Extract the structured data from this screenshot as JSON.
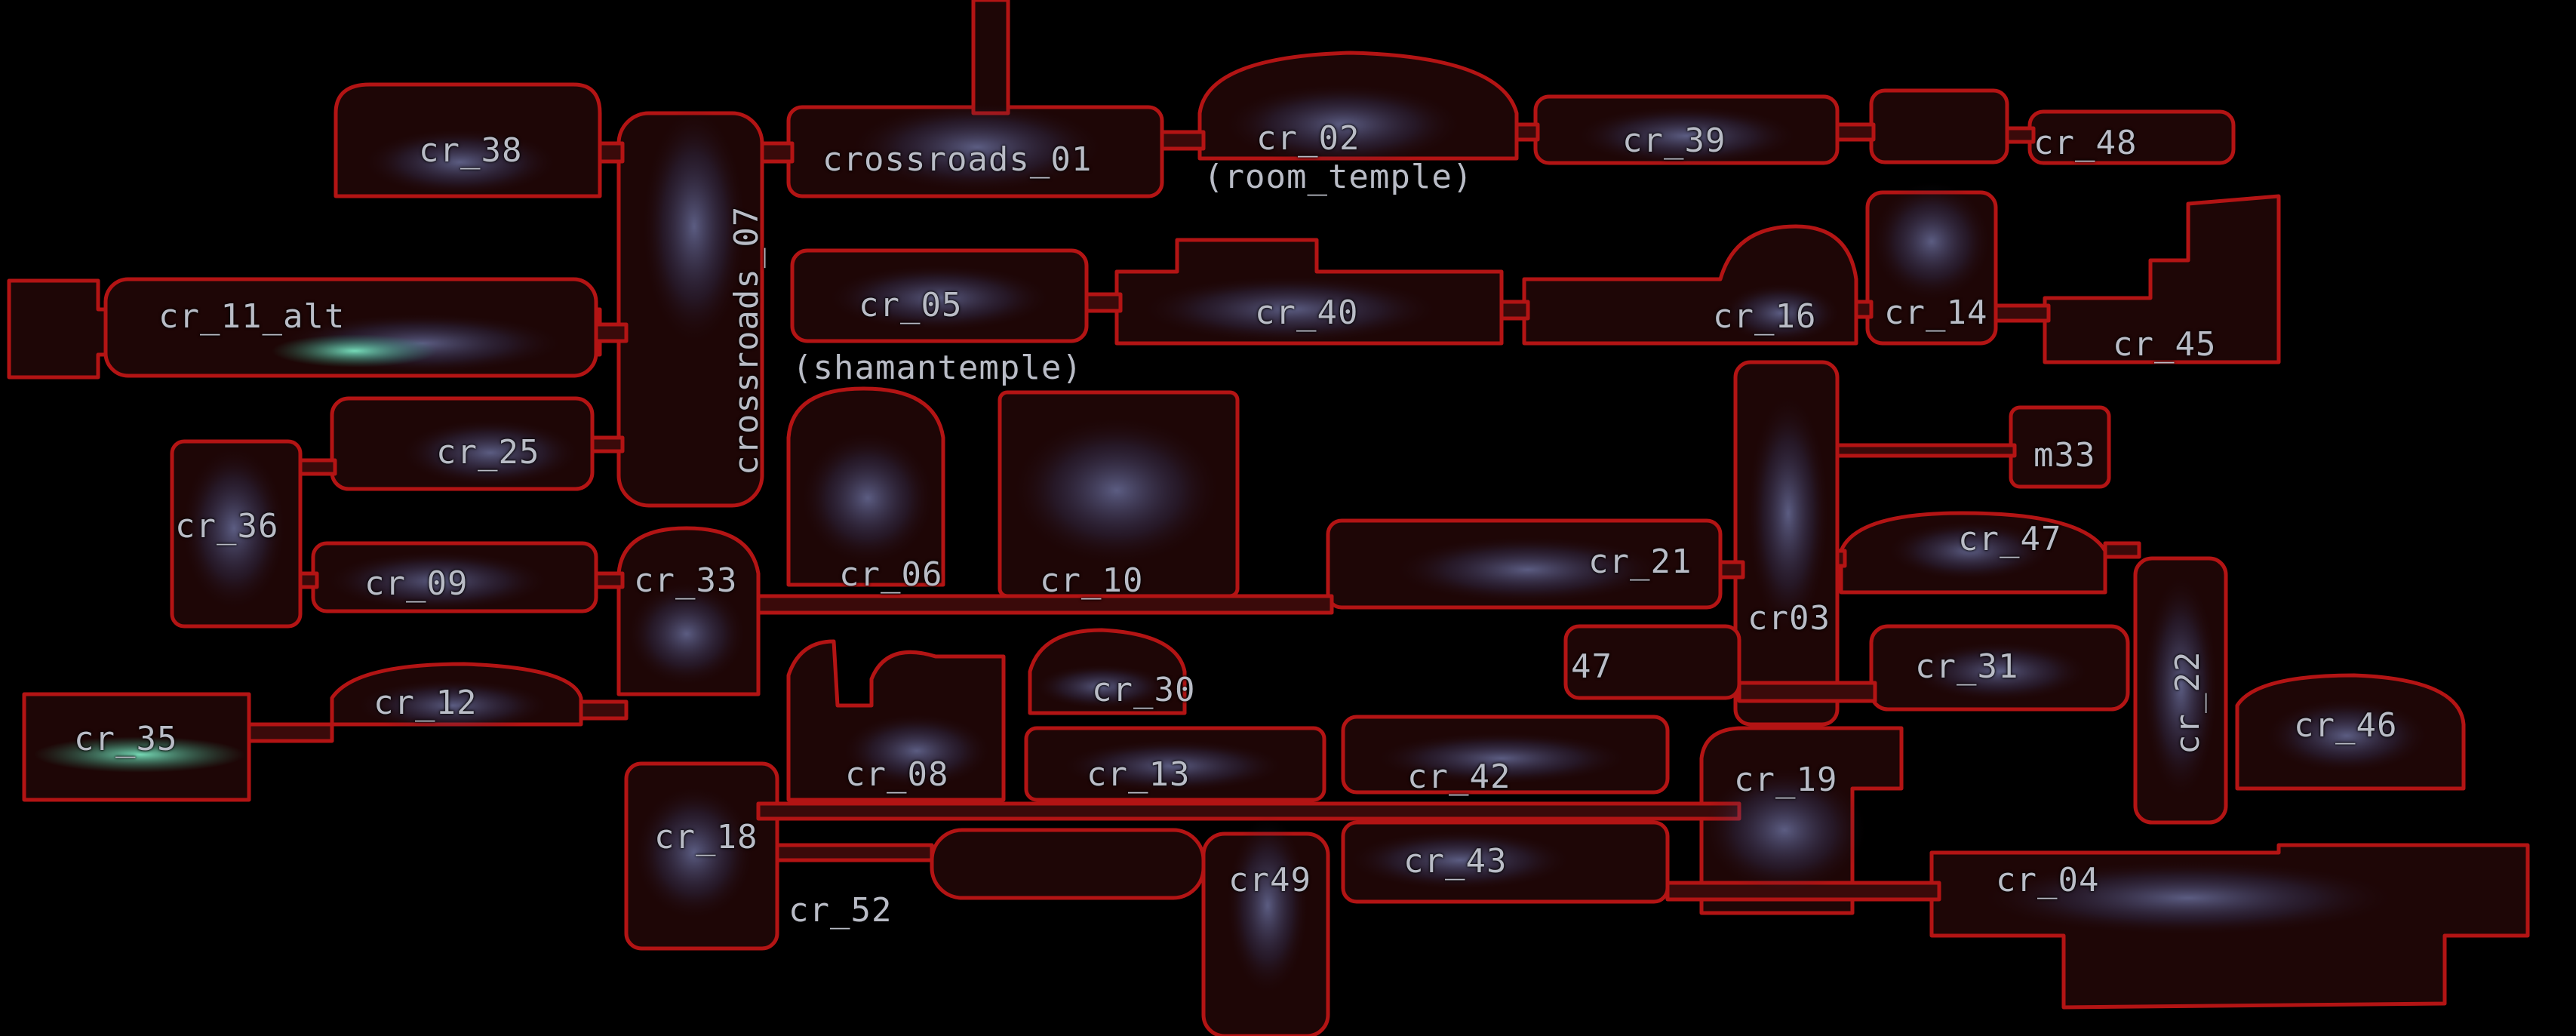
{
  "map": {
    "region": "crossroads",
    "colors": {
      "background": "#000000",
      "room_fill": "#1e0606",
      "room_outline": "#b31414",
      "connector": "#a01010",
      "art_glow": "#6f86c7",
      "acid_glow": "#5fe0b4",
      "label_text": "#b9bcc6"
    },
    "rooms": [
      {
        "id": "cr_38",
        "label": "cr_38"
      },
      {
        "id": "crossroads_07",
        "label": "crossroads_07"
      },
      {
        "id": "crossroads_01",
        "label": "crossroads_01"
      },
      {
        "id": "cr_02",
        "label": "cr_02"
      },
      {
        "id": "room_temple",
        "label": "(room_temple)"
      },
      {
        "id": "cr_39",
        "label": "cr_39"
      },
      {
        "id": "cr_48",
        "label": "cr_48"
      },
      {
        "id": "cr_11_alt",
        "label": "cr_11_alt"
      },
      {
        "id": "cr_05",
        "label": "cr_05"
      },
      {
        "id": "cr_40",
        "label": "cr_40"
      },
      {
        "id": "cr_16",
        "label": "cr_16"
      },
      {
        "id": "cr_14",
        "label": "cr_14"
      },
      {
        "id": "cr_45",
        "label": "cr_45"
      },
      {
        "id": "shamantemple",
        "label": "(shamantemple)"
      },
      {
        "id": "cr_25",
        "label": "cr_25"
      },
      {
        "id": "m33",
        "label": "m33"
      },
      {
        "id": "cr_36",
        "label": "cr_36"
      },
      {
        "id": "cr_47",
        "label": "cr_47"
      },
      {
        "id": "cr_09",
        "label": "cr_09"
      },
      {
        "id": "cr_33",
        "label": "cr_33"
      },
      {
        "id": "cr_06",
        "label": "cr_06"
      },
      {
        "id": "cr_10",
        "label": "cr_10"
      },
      {
        "id": "cr_21",
        "label": "cr_21"
      },
      {
        "id": "cr03",
        "label": "cr03"
      },
      {
        "id": "47",
        "label": "47"
      },
      {
        "id": "cr_31",
        "label": "cr_31"
      },
      {
        "id": "cr_22",
        "label": "cr_22"
      },
      {
        "id": "cr_12",
        "label": "cr_12"
      },
      {
        "id": "cr_30",
        "label": "cr_30"
      },
      {
        "id": "cr_46",
        "label": "cr_46"
      },
      {
        "id": "cr_35",
        "label": "cr_35"
      },
      {
        "id": "cr_08",
        "label": "cr_08"
      },
      {
        "id": "cr_13",
        "label": "cr_13"
      },
      {
        "id": "cr_42",
        "label": "cr_42"
      },
      {
        "id": "cr_19",
        "label": "cr_19"
      },
      {
        "id": "cr_18",
        "label": "cr_18"
      },
      {
        "id": "cr_43",
        "label": "cr_43"
      },
      {
        "id": "cr49",
        "label": "cr49"
      },
      {
        "id": "cr_04",
        "label": "cr_04"
      },
      {
        "id": "cr_52",
        "label": "cr_52"
      }
    ]
  }
}
